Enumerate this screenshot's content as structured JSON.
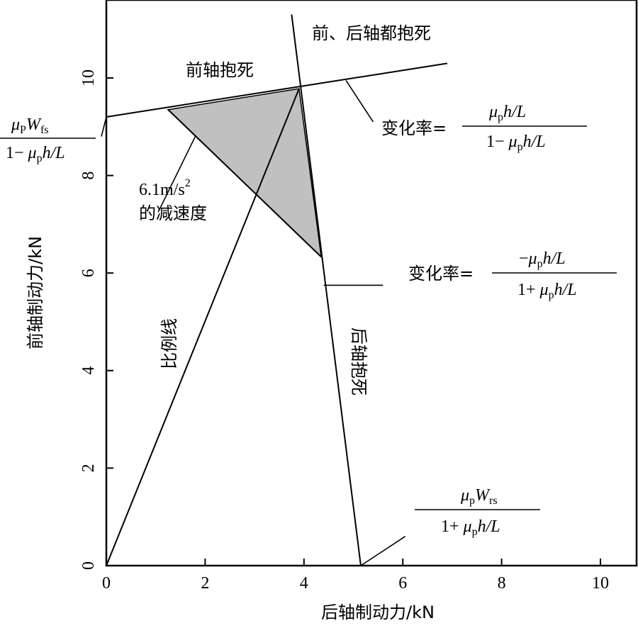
{
  "chart_data": {
    "type": "line",
    "xlabel": "后轴制动力/kN",
    "ylabel": "前轴制动力/kN",
    "xlim": [
      0,
      10.8
    ],
    "ylim": [
      0,
      11.6
    ],
    "xticks": [
      "0",
      "2",
      "4",
      "6",
      "8",
      "10"
    ],
    "yticks": [
      "0",
      "2",
      "4",
      "6",
      "8",
      "10"
    ],
    "series": [
      {
        "id": "front-lock",
        "points": [
          [
            0,
            9.2
          ],
          [
            6.9,
            10.3
          ]
        ]
      },
      {
        "id": "rear-lock",
        "points": [
          [
            3.75,
            11.3
          ],
          [
            5.15,
            0
          ]
        ]
      },
      {
        "id": "proportion",
        "points": [
          [
            0,
            0
          ],
          [
            3.9,
            9.78
          ]
        ]
      },
      {
        "id": "decel-line",
        "points": [
          [
            1.25,
            9.35
          ],
          [
            4.35,
            6.33
          ]
        ]
      }
    ],
    "shaded_region": [
      [
        1.25,
        9.35
      ],
      [
        3.9,
        9.78
      ],
      [
        4.35,
        6.33
      ]
    ],
    "region_fill": "#c0c0c0",
    "leaders": [
      {
        "id": "leader-front-rate",
        "points": [
          [
            4.85,
            9.95
          ],
          [
            5.4,
            9.1
          ]
        ]
      },
      {
        "id": "leader-rear-rate",
        "points": [
          [
            4.4,
            5.75
          ],
          [
            5.6,
            5.75
          ]
        ]
      },
      {
        "id": "leader-decel",
        "points": [
          [
            1.8,
            8.8
          ],
          [
            1.05,
            7.25
          ]
        ]
      },
      {
        "id": "leader-intercept",
        "points": [
          [
            0,
            9.2
          ],
          [
            -0.1,
            8.8
          ]
        ]
      },
      {
        "id": "leader-rear-intercept",
        "points": [
          [
            5.15,
            0
          ],
          [
            6.05,
            0.6
          ]
        ]
      }
    ],
    "annotations": {
      "front_lock": "前轴抱死",
      "both_lock": "前、后轴都抱死",
      "rear_lock": "后轴抱死",
      "proportion": "比例线",
      "decel_line1": "6.1m/s",
      "decel_sup": "2",
      "decel_line2": "的减速度",
      "rate_prefix": "变化率="
    },
    "formulas": {
      "intercept_front": {
        "mu": "μ",
        "p": "P",
        "W": "W",
        "sub": "fs",
        "den_prefix": "1− ",
        "den_sub": "p",
        "den_rest": "h/L"
      },
      "rate_front": {
        "mu": "μ",
        "p": "p",
        "num_rest": "h/L",
        "den_prefix": "1− ",
        "den_rest": "h/L"
      },
      "rate_rear": {
        "num_prefix": "−",
        "mu": "μ",
        "p": "p",
        "num_rest": "h/L",
        "den_prefix": "1+ ",
        "den_rest": "h/L"
      },
      "intercept_rear": {
        "mu": "μ",
        "p": "p",
        "W": "W",
        "sub": "rs",
        "den_prefix": "1+ ",
        "den_sub": "p",
        "den_rest": "h/L"
      }
    }
  }
}
